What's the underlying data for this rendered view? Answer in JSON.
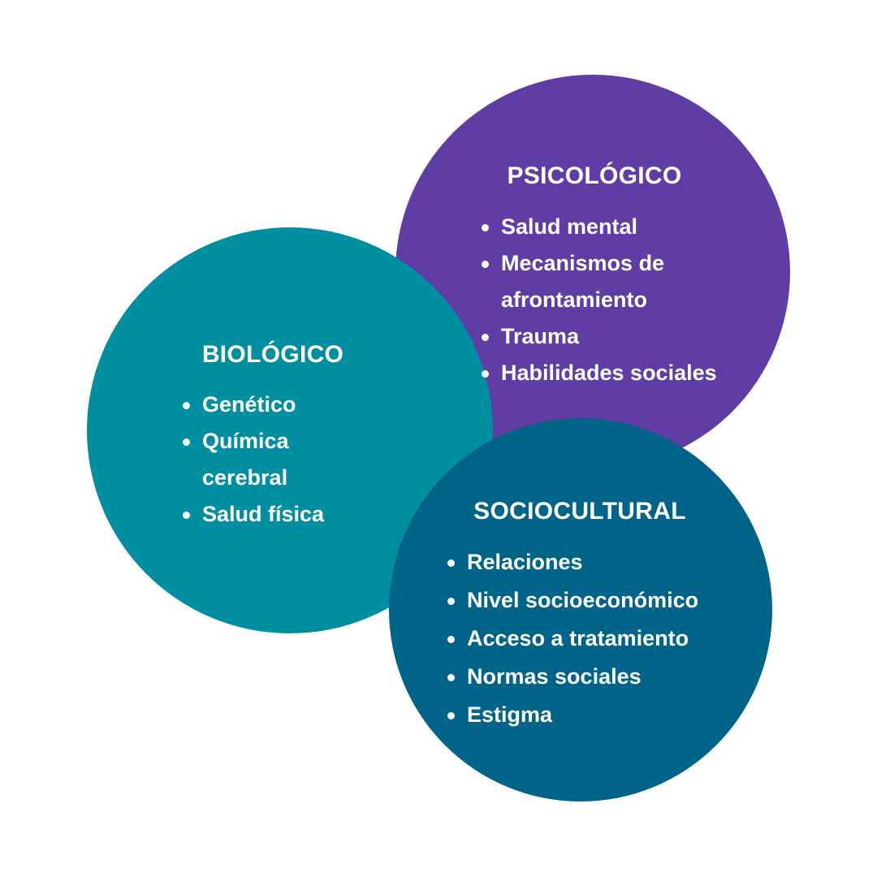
{
  "colors": {
    "psicologico": "#5F3DA5",
    "biologico": "#008FA1",
    "sociocultural": "#006488"
  },
  "psicologico": {
    "title": "PSICOLÓGICO",
    "items": [
      "Salud mental",
      "Mecanismos de",
      "afrontamiento",
      "Trauma",
      "Habilidades sociales"
    ]
  },
  "biologico": {
    "title": "BIOLÓGICO",
    "items": [
      "Genético",
      "Química",
      "cerebral",
      "Salud física"
    ]
  },
  "sociocultural": {
    "title": "SOCIOCULTURAL",
    "items": [
      "Relaciones",
      "Nivel socioeconómico",
      "Acceso a tratamiento",
      "Normas sociales",
      "Estigma"
    ]
  }
}
